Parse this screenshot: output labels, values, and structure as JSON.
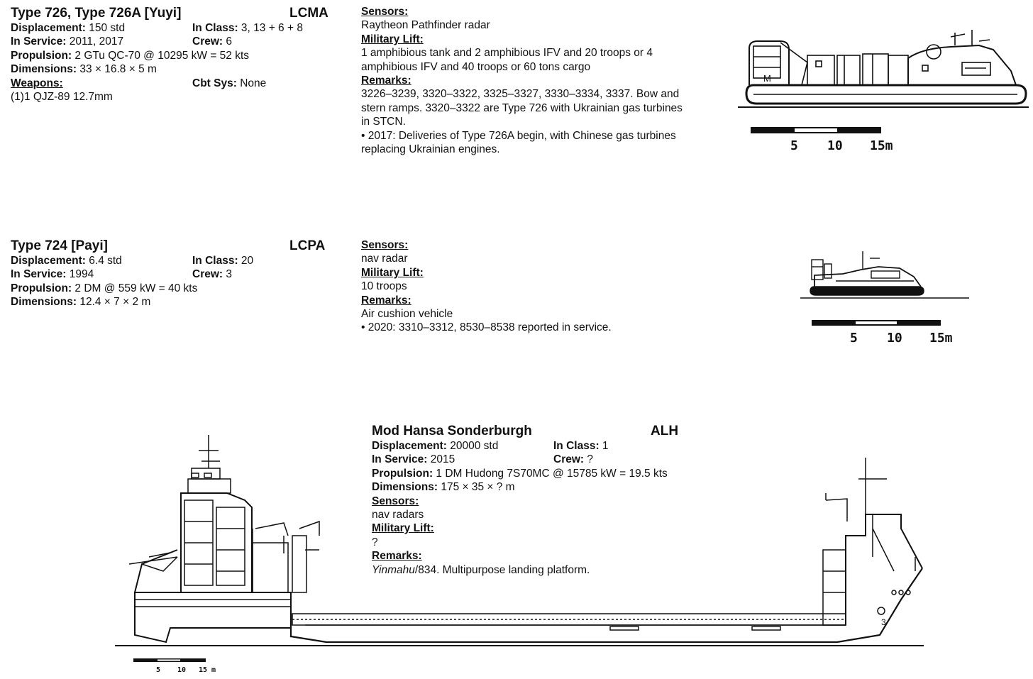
{
  "entries": [
    {
      "name": "Type 726, Type 726A [Yuyi]",
      "type_code": "LCMA",
      "displacement": "150 std",
      "in_class": "3, 13 + 6 + 8",
      "in_service": "2011, 2017",
      "crew": "6",
      "propulsion": "2 GTu QC-70 @ 10295 kW = 52 kts",
      "dimensions": "33 × 16.8 × 5 m",
      "cbt_sys": "None",
      "weapons": "(1)1 QJZ-89 12.7mm",
      "sensors": "Raytheon Pathfinder radar",
      "military_lift_lines": [
        "1 amphibious tank and 2 amphibious IFV and 20 troops or 4",
        "amphibious IFV and 40 troops or 60 tons cargo"
      ],
      "remarks_lines": [
        "3226–3239, 3320–3322, 3325–3327, 3330–3334, 3337. Bow and",
        "stern ramps. 3320–3322 are Type 726 with Ukrainian gas turbines",
        "in STCN.",
        "• 2017: Deliveries of Type 726A begin, with Chinese gas turbines",
        "replacing Ukrainian engines."
      ],
      "scale": [
        "5",
        "10",
        "15m"
      ]
    },
    {
      "name": "Type 724 [Payi]",
      "type_code": "LCPA",
      "displacement": "6.4 std",
      "in_class": "20",
      "in_service": "1994",
      "crew": "3",
      "propulsion": "2 DM @ 559 kW = 40 kts",
      "dimensions": "12.4 × 7 × 2 m",
      "sensors": "nav radar",
      "military_lift_lines": [
        "10 troops"
      ],
      "remarks_lines": [
        "Air cushion vehicle",
        "• 2020: 3310–3312, 8530–8538 reported in service."
      ],
      "scale": [
        "5",
        "10",
        "15m"
      ]
    },
    {
      "name": "Mod Hansa Sonderburgh",
      "type_code": "ALH",
      "displacement": "20000 std",
      "in_class": "1",
      "in_service": "2015",
      "crew": "?",
      "propulsion": "1 DM Hudong 7S70MC @ 15785 kW = 19.5 kts",
      "dimensions": "175 × 35 × ? m",
      "sensors": "nav radars",
      "military_lift_lines": [
        "?"
      ],
      "remarks_ship": "Yinmahu",
      "remarks_rest": "/834. Multipurpose landing platform.",
      "scale": [
        "5",
        "10",
        "15 m"
      ],
      "hull_marks": [
        "3",
        "M"
      ]
    }
  ],
  "labels": {
    "displacement": "Displacement:",
    "in_class": "In Class:",
    "in_service": "In Service:",
    "crew": "Crew:",
    "propulsion": "Propulsion:",
    "dimensions": "Dimensions:",
    "weapons": "Weapons:",
    "cbt_sys": "Cbt Sys:",
    "sensors": "Sensors:",
    "military_lift": "Military Lift:",
    "remarks": "Remarks:"
  },
  "colors": {
    "ink": "#111111",
    "paper": "#ffffff"
  },
  "icons": [
    "hovercraft-drawing-icon",
    "small-hovercraft-drawing-icon",
    "landing-ship-drawing-icon",
    "scale-bar-icon"
  ]
}
